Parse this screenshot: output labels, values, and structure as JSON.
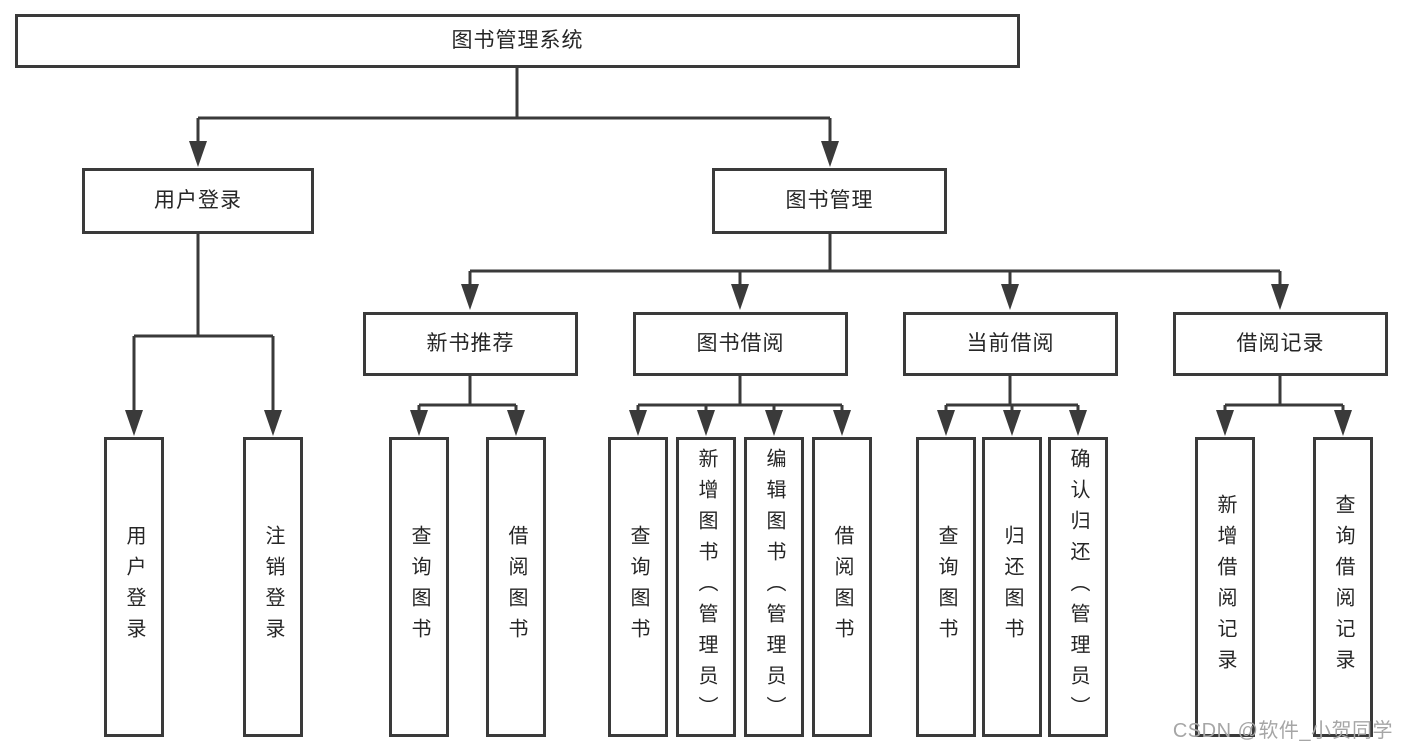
{
  "colors": {
    "line": "#3a3a3a",
    "text": "#262626",
    "watermark": "#a6a6a6"
  },
  "watermark": {
    "text": "CSDN @软件_小贺同学"
  },
  "tree": {
    "root": {
      "label": "图书管理系统"
    },
    "children": [
      {
        "label": "用户登录",
        "children": [
          {
            "label": "用户登录"
          },
          {
            "label": "注销登录"
          }
        ]
      },
      {
        "label": "图书管理",
        "children": [
          {
            "label": "新书推荐",
            "children": [
              {
                "label": "查询图书"
              },
              {
                "label": "借阅图书"
              }
            ]
          },
          {
            "label": "图书借阅",
            "children": [
              {
                "label": "查询图书"
              },
              {
                "label": "新增图书（管理员）"
              },
              {
                "label": "编辑图书（管理员）"
              },
              {
                "label": "借阅图书"
              }
            ]
          },
          {
            "label": "当前借阅",
            "children": [
              {
                "label": "查询图书"
              },
              {
                "label": "归还图书"
              },
              {
                "label": "确认归还（管理员）"
              }
            ]
          },
          {
            "label": "借阅记录",
            "children": [
              {
                "label": "新增借阅记录"
              },
              {
                "label": "查询借阅记录"
              }
            ]
          }
        ]
      }
    ]
  }
}
